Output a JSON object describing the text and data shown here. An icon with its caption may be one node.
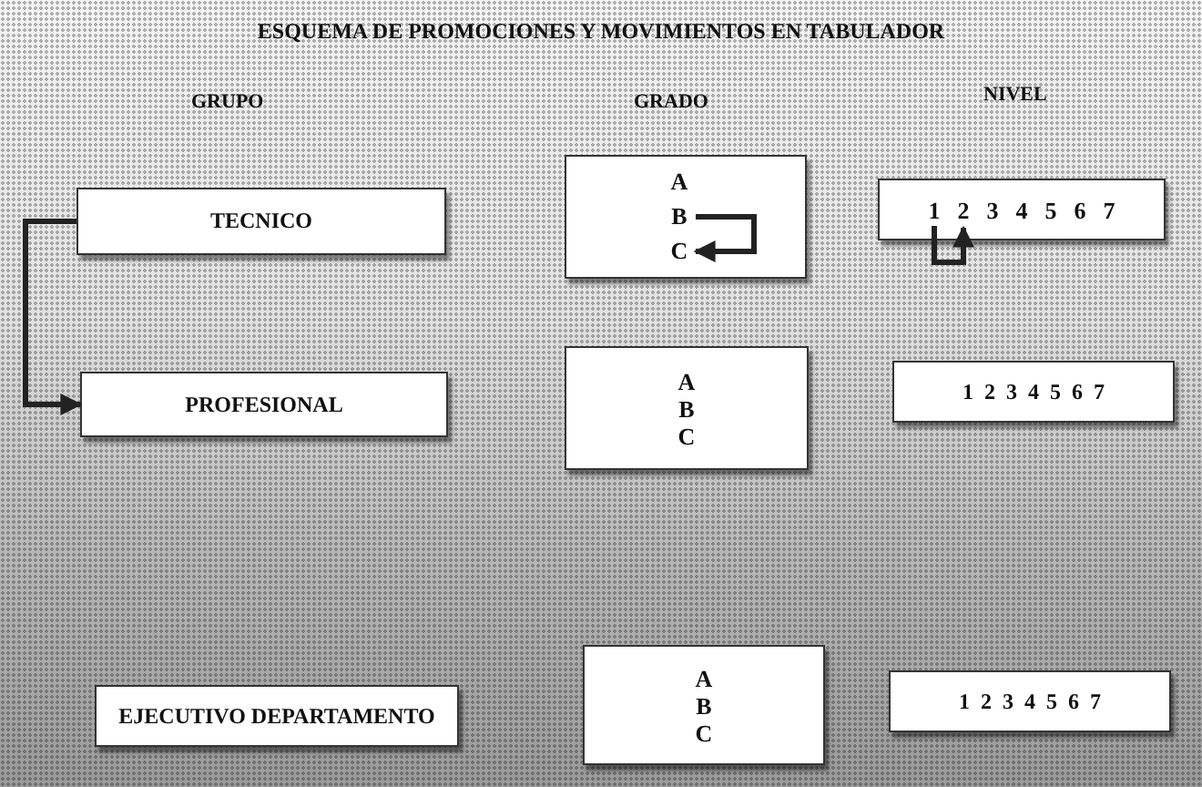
{
  "diagram": {
    "title": "ESQUEMA DE PROMOCIONES Y MOVIMIENTOS EN TABULADOR",
    "nodes": [
      {
        "text": [
          "TECNICO"
        ]
      },
      {
        "text": [],
        "shape": "box"
      },
      {
        "text": [
          "A"
        ],
        "in": 1
      },
      {
        "text": [
          "B"
        ],
        "in": 1
      },
      {
        "text": [
          "C"
        ],
        "in": 1
      },
      {
        "text": [],
        "shape": "box"
      },
      {
        "text": [
          "1"
        ],
        "in": 5
      },
      {
        "text": [
          "2"
        ],
        "in": 5
      },
      {
        "text": [
          "3"
        ],
        "in": 5
      },
      {
        "text": [
          "4"
        ],
        "in": 5
      },
      {
        "text": [
          "5"
        ],
        "in": 5
      },
      {
        "text": [
          "6"
        ],
        "in": 5
      },
      {
        "text": [
          "7"
        ],
        "in": 5
      },
      {
        "text": [
          "PROFESIONAL"
        ]
      },
      {
        "text": [
          "A",
          "B",
          "C"
        ]
      },
      {
        "text": [
          "1 2 3 4 5 6 7"
        ]
      },
      {
        "text": [
          "EJECUTIVO DEPARTAMENTO"
        ]
      },
      {
        "text": [
          "A",
          "B",
          "C"
        ]
      },
      {
        "text": [
          "1 2 3 4 5 6 7"
        ]
      }
    ],
    "edges": [
      {
        "from": 0,
        "to": 13,
        "arrow": "to"
      },
      {
        "from": 3,
        "to": 4,
        "arrow": "to"
      },
      {
        "from": 6,
        "to": 7,
        "arrow": "to"
      }
    ],
    "labels": [
      "GRUPO",
      "GRADO",
      "NIVEL"
    ]
  }
}
